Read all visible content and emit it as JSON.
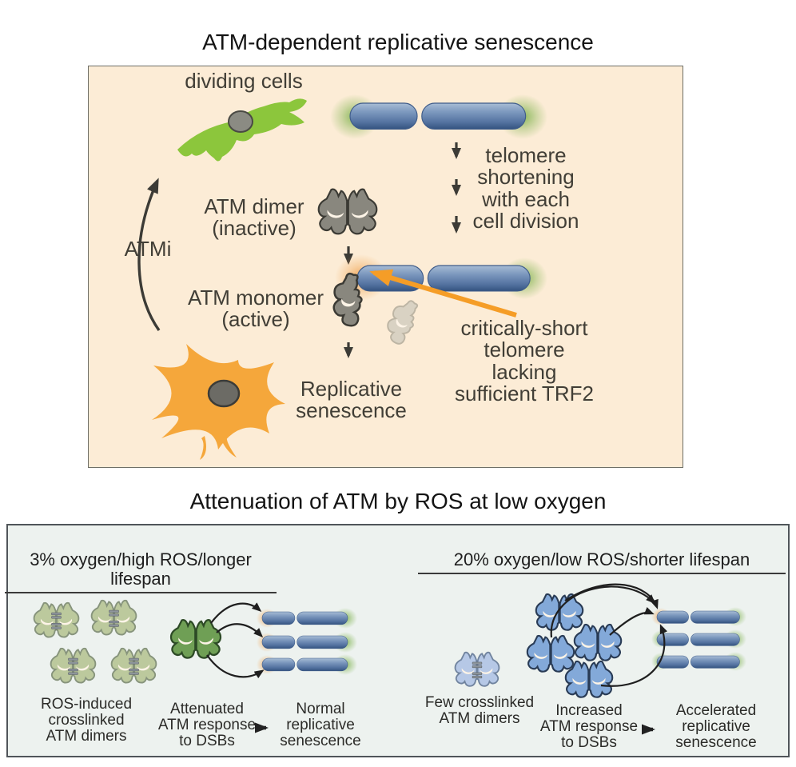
{
  "top_section": {
    "title": "ATM-dependent replicative senescence",
    "dividing_cells_label": "dividing cells",
    "telomere_shortening_label": "telomere\nshortening\nwith each\ncell division",
    "atm_dimer_label": "ATM dimer\n(inactive)",
    "atmi_label": "ATMi",
    "atm_monomer_label": "ATM monomer\n(active)",
    "replicative_senescence_label": "Replicative\nsenescence",
    "critically_short_label": "critically-short\ntelomere\nlacking\nsufficient TRF2"
  },
  "bottom_section": {
    "title": "Attenuation of ATM by ROS at low oxygen",
    "left_panel": {
      "header": "3% oxygen/high ROS/longer lifespan",
      "dimers_label": "ROS-induced\ncrosslinked\nATM dimers",
      "response_label": "Attenuated\nATM response\nto DSBs",
      "outcome_label": "Normal\nreplicative\nsenescence"
    },
    "right_panel": {
      "header": "20% oxygen/low ROS/shorter lifespan",
      "dimers_label": "Few crosslinked\nATM dimers",
      "response_label": "Increased\nATM response\nto DSBs",
      "outcome_label": "Accelerated\nreplicative\nsenescence"
    }
  },
  "colors": {
    "top_panel_bg": "#fcecd6",
    "bottom_panel_bg": "#edf2ef",
    "telomere_blue": "#5d7dab",
    "telomere_glow_green": "#78af46",
    "telomere_glow_orange": "#f0a04b",
    "atm_gray": "#89877e",
    "atm_faded_gray": "#d9d2c3",
    "dimer_pale_green": "#bcc99d",
    "dimer_green": "#6f9f55",
    "dimer_pale_blue": "#b6c8e6",
    "dimer_blue": "#83a9d9",
    "cell_green": "#8cc63c",
    "cell_orange": "#f5a73b",
    "arrow_orange": "#f59d27",
    "arrow_dark": "#3c3b36"
  }
}
